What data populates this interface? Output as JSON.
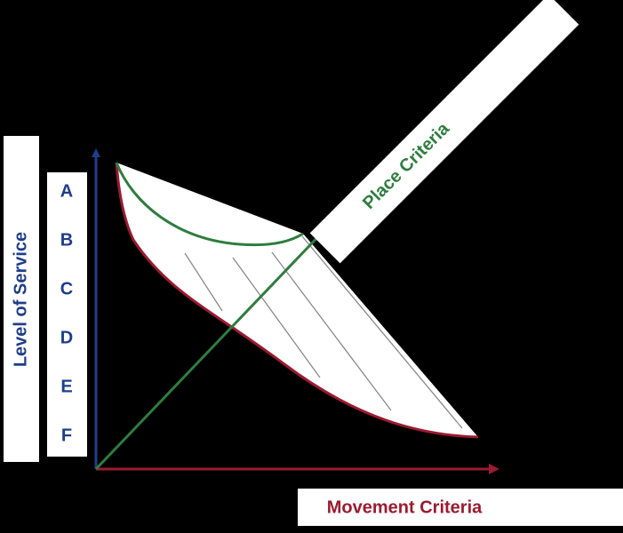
{
  "y_axis": {
    "label": "Level of Service",
    "color": "#1F3E8A"
  },
  "x_axis": {
    "label": "Movement Criteria",
    "color": "#9B1B30"
  },
  "diagonal_axis": {
    "label": "Place Criteria",
    "color": "#2E7D3E"
  },
  "los_grades": [
    "A",
    "B",
    "C",
    "D",
    "E",
    "F"
  ],
  "colors": {
    "background": "#000000",
    "surface": "#FFFFFF",
    "hatch": "#8A8A8A"
  }
}
